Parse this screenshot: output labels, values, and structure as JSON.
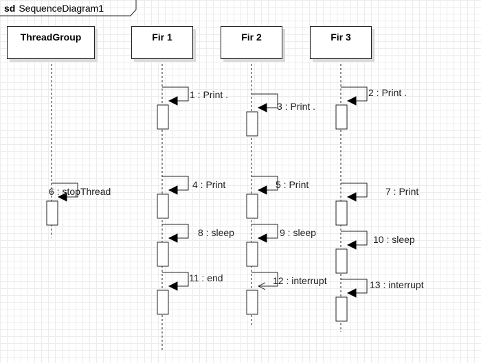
{
  "frame": {
    "keyword": "sd",
    "name": "SequenceDiagram1"
  },
  "lifelines": [
    {
      "id": "tg",
      "name": "ThreadGroup"
    },
    {
      "id": "f1",
      "name": "Fir 1"
    },
    {
      "id": "f2",
      "name": "Fir 2"
    },
    {
      "id": "f3",
      "name": "Fir 3"
    }
  ],
  "messages": [
    {
      "seq": 1,
      "label": "1 : Print .",
      "lifeline": "f1",
      "arrow": "filled"
    },
    {
      "seq": 2,
      "label": "2 : Print .",
      "lifeline": "f3",
      "arrow": "filled"
    },
    {
      "seq": 3,
      "label": "3 : Print .",
      "lifeline": "f2",
      "arrow": "filled"
    },
    {
      "seq": 4,
      "label": "4 : Print",
      "lifeline": "f1",
      "arrow": "filled"
    },
    {
      "seq": 5,
      "label": "5 : Print",
      "lifeline": "f2",
      "arrow": "filled"
    },
    {
      "seq": 6,
      "label": "6 : stopThread",
      "lifeline": "tg",
      "arrow": "filled"
    },
    {
      "seq": 7,
      "label": "7 : Print",
      "lifeline": "f3",
      "arrow": "filled"
    },
    {
      "seq": 8,
      "label": "8 : sleep",
      "lifeline": "f1",
      "arrow": "filled"
    },
    {
      "seq": 9,
      "label": "9 : sleep",
      "lifeline": "f2",
      "arrow": "filled"
    },
    {
      "seq": 10,
      "label": "10 : sleep",
      "lifeline": "f3",
      "arrow": "filled"
    },
    {
      "seq": 11,
      "label": "11 : end",
      "lifeline": "f1",
      "arrow": "filled"
    },
    {
      "seq": 12,
      "label": "12 : interrupt",
      "lifeline": "f2",
      "arrow": "open"
    },
    {
      "seq": 13,
      "label": "13 : interrupt",
      "lifeline": "f3",
      "arrow": "filled"
    }
  ]
}
